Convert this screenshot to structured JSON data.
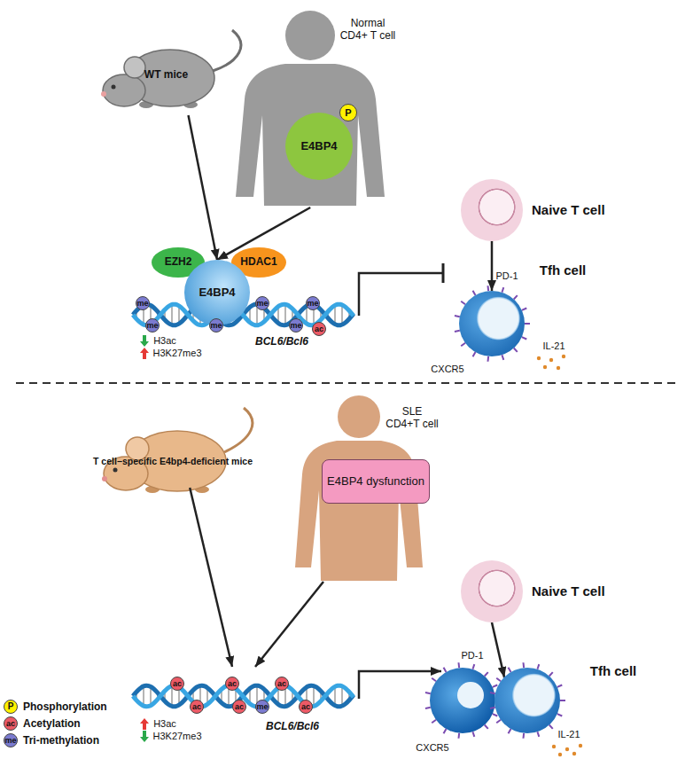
{
  "diagram": {
    "nodes": [
      {
        "text": [
          "WT mice"
        ]
      },
      {
        "text": [
          "Normal CD4+ T cell"
        ]
      },
      {
        "text": [
          "E4BP4"
        ],
        "in": 1
      },
      {
        "text": [
          "P"
        ],
        "in": 2
      },
      {
        "text": [
          "EZH2"
        ]
      },
      {
        "text": [
          "HDAC1"
        ]
      },
      {
        "text": [
          "E4BP4"
        ]
      },
      {
        "text": [
          "BCL6/Bcl6"
        ]
      },
      {
        "text": [
          "Naive T cell"
        ]
      },
      {
        "text": [
          "Tfh cell"
        ]
      },
      {
        "text": [
          "T cell−specific E4bp4-deficient mice"
        ]
      },
      {
        "text": [
          "SLE CD4+T cell"
        ]
      },
      {
        "text": [
          "E4BP4 dysfunction"
        ],
        "in": 11
      },
      {
        "text": [
          "BCL6/Bcl6"
        ]
      },
      {
        "text": [
          "Naive T cell"
        ]
      },
      {
        "text": [
          "Tfh cell"
        ]
      }
    ],
    "edges": [
      {
        "from": 0,
        "to": 6,
        "arrow": "to"
      },
      {
        "from": 1,
        "to": 6,
        "arrow": "to"
      },
      {
        "from": 8,
        "to": 9,
        "arrow": "to"
      },
      {
        "from": 10,
        "to": 13,
        "arrow": "to"
      },
      {
        "from": 11,
        "to": 13,
        "arrow": "to"
      },
      {
        "from": 14,
        "to": 15,
        "arrow": "to"
      }
    ],
    "labels": [
      "H3ac",
      "H3K27me3",
      "me",
      "me",
      "me",
      "me",
      "me",
      "me",
      "ac",
      "PD-1",
      "CXCR5",
      "IL-21",
      "H3ac",
      "H3K27me3",
      "ac",
      "ac",
      "ac",
      "ac",
      "ac",
      "ac",
      "me",
      "PD-1",
      "CXCR5",
      "IL-21",
      "P",
      "ac",
      "me"
    ],
    "legend": [
      {
        "text": "Phosphorylation",
        "color": "#fff200"
      },
      {
        "text": "Acetylation",
        "color": "#ec5a66"
      },
      {
        "text": "Tri-methylation",
        "color": "#7b7bd0"
      }
    ]
  }
}
